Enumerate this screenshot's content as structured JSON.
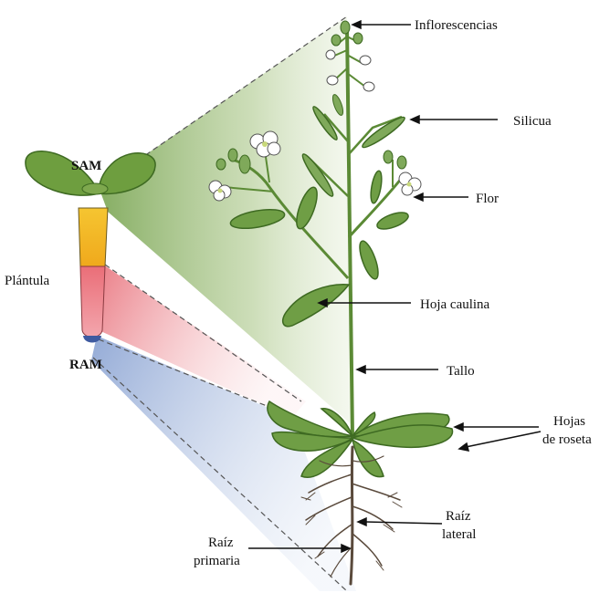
{
  "labels": {
    "sam": "SAM",
    "plantula": "Plántula",
    "ram": "RAM",
    "inflorescencias": "Inflorescencias",
    "silicua": "Silicua",
    "flor": "Flor",
    "hoja_caulina": "Hoja caulina",
    "tallo": "Tallo",
    "hojas_roseta_1": "Hojas",
    "hojas_roseta_2": "de roseta",
    "raiz_lateral_1": "Raíz",
    "raiz_lateral_2": "lateral",
    "raiz_primaria_1": "Raíz",
    "raiz_primaria_2": "primaria"
  },
  "colors": {
    "shoot_region": "#8fb26a",
    "hypocotyl": "#f2b51c",
    "root_region": "#e8707a",
    "root_tip": "#3e5aa0",
    "root_cone": "#9fb4d8",
    "leaf": "#6f9e45",
    "leaf_dark": "#3f6a27",
    "stem": "#5b8a35",
    "flower": "#ffffff",
    "root": "#5a4a3c"
  }
}
